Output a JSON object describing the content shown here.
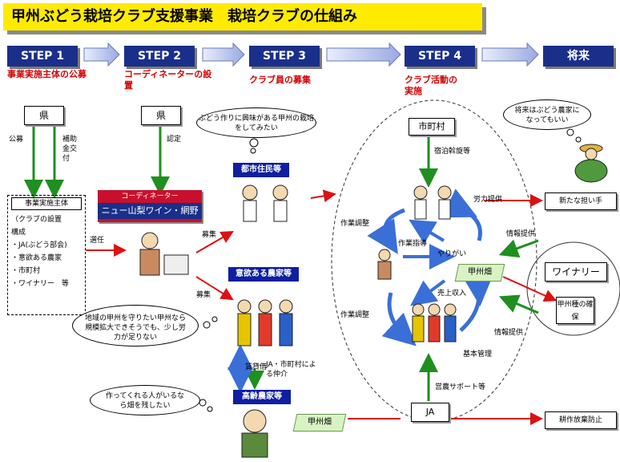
{
  "title": "甲州ぶどう栽培クラブ支援事業　栽培クラブの仕組み",
  "steps": [
    {
      "label": "STEP 1",
      "desc": "事業実施主体の公募"
    },
    {
      "label": "STEP 2",
      "desc": "コーディネーターの設置"
    },
    {
      "label": "STEP 3",
      "desc": "クラブ員の募集"
    },
    {
      "label": "STEP 4",
      "desc": "クラブ活動の実施"
    },
    {
      "label": "将来",
      "desc": ""
    }
  ],
  "prefecture": "県",
  "labels": {
    "public_offer": "公募",
    "subsidy": "補助金交付",
    "recognition": "認定",
    "appointment": "選任",
    "recruit1": "募集",
    "recruit2": "募集",
    "rent": "賃貸借",
    "ja_mediation": "JA・市町村による仲介",
    "coordination1": "作業調整",
    "coordination2": "作業調整",
    "guidance": "作業指導",
    "motivation": "やりがい",
    "sales": "売上収入",
    "management": "基本管理",
    "lodging": "宿泊斡旋等",
    "farm_support": "営農サポート等",
    "labor": "労力提供",
    "info1": "情報提供",
    "info2": "情報提供"
  },
  "entity": {
    "heading": "事業実施主体",
    "lines": [
      "（クラブの設置",
      "構成",
      "・JA(ぶどう部会)",
      "・意欲ある農家",
      "・市町村",
      "・ワイナリー　等"
    ]
  },
  "coordinator": {
    "role": "コーディネーター",
    "name": "ニュー山梨ワイン・網野"
  },
  "groups": {
    "city": "都市住民等",
    "eager": "意欲ある農家等",
    "elderly": "高齢農家等"
  },
  "clouds": {
    "citizen": "ぶどう作りに興味がある甲州の栽培をしてみたい",
    "eager": "地域の甲州を守りたい甲州なら規模拡大できそうでも、少し労力が足りない",
    "elderly": "作ってくれる人がいるなら畑を残したい",
    "future": "将来はぶどう農家になってもいい"
  },
  "municipality": "市町村",
  "ja": "JA",
  "koshu_field": "甲州畑",
  "koshu_field2": "甲州畑",
  "winery": "ワイナリー",
  "outcomes": {
    "new_worker": "新たな担い手",
    "secure": "甲州種の確保",
    "prevent": "耕作放棄防止"
  }
}
